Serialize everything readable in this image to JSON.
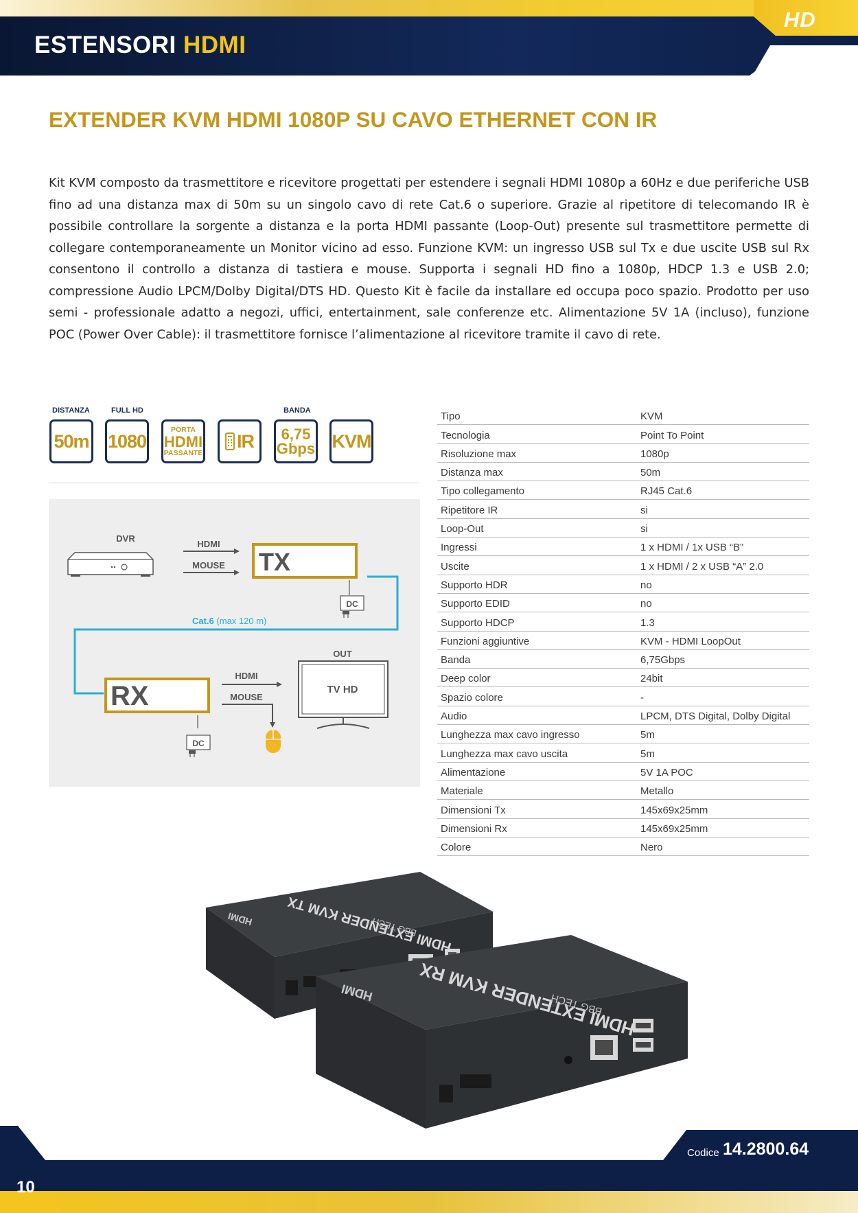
{
  "header": {
    "section_title_a": "ESTENSORI",
    "section_title_b": "HDMI",
    "badge": "HD"
  },
  "product": {
    "title": "EXTENDER KVM HDMI 1080P SU CAVO ETHERNET CON IR",
    "description": "Kit KVM composto da trasmettitore e ricevitore progettati per estendere i segnali HDMI 1080p a 60Hz e due periferiche USB fino ad una distanza max di 50m su un singolo cavo di rete Cat.6 o superiore. Grazie al ripetitore di telecomando IR è possibile controllare la sorgente a distanza e la porta HDMI passante (Loop-Out) presente sul trasmettitore permette di collegare contemporaneamente un Monitor vicino ad esso. Funzione KVM: un ingresso USB sul Tx e due uscite USB sul Rx consentono il controllo a distanza di tastiera e mouse. Supporta i segnali HD fino a 1080p, HDCP 1.3 e USB 2.0; compressione Audio LPCM/Dolby Digital/DTS HD. Questo Kit è facile da installare ed occupa poco spazio. Prodotto per uso semi - professionale adatto a negozi, uffici, entertainment, sale conferenze etc. Alimentazione 5V 1A (incluso), funzione POC (Power Over Cable): il trasmettitore fornisce l’alimentazione al ricevitore tramite il cavo di rete."
  },
  "features": {
    "distanza_caption": "DISTANZA",
    "distanza_value": "50m",
    "fullhd_caption": "FULL HD",
    "fullhd_value": "1080",
    "porta_line1": "PORTA",
    "porta_line2": "HDMI",
    "porta_line3": "PASSANTE",
    "ir_value": "IR",
    "ir_icon": "remote-control-icon",
    "banda_caption": "BANDA",
    "banda_line1": "6,75",
    "banda_line2": "Gbps",
    "kvm_value": "KVM"
  },
  "diagram": {
    "dvr": "DVR",
    "hdmi": "HDMI",
    "mouse": "MOUSE",
    "tx": "TX",
    "dc": "DC",
    "cat6_bold": "Cat.6",
    "cat6_rest": "(max 120 m)",
    "out": "OUT",
    "tv": "TV HD",
    "rx": "RX",
    "colors": {
      "gold": "#c3971c",
      "cyan": "#29aedb",
      "mouse": "#f2b524",
      "gray": "#555555"
    }
  },
  "specs": [
    {
      "label": "Tipo",
      "value": "KVM"
    },
    {
      "label": "Tecnologia",
      "value": "Point To Point"
    },
    {
      "label": "Risoluzione max",
      "value": "1080p"
    },
    {
      "label": "Distanza max",
      "value": "50m"
    },
    {
      "label": "Tipo collegamento",
      "value": "RJ45 Cat.6"
    },
    {
      "label": "Ripetitore IR",
      "value": "si"
    },
    {
      "label": "Loop-Out",
      "value": "si"
    },
    {
      "label": "Ingressi",
      "value": "1 x HDMI / 1x USB “B”"
    },
    {
      "label": "Uscite",
      "value": "1 x HDMI / 2 x USB “A” 2.0"
    },
    {
      "label": "Supporto HDR",
      "value": "no"
    },
    {
      "label": "Supporto EDID",
      "value": "no"
    },
    {
      "label": "Supporto HDCP",
      "value": "1.3"
    },
    {
      "label": "Funzioni aggiuntive",
      "value": "KVM - HDMI LoopOut"
    },
    {
      "label": "Banda",
      "value": "6,75Gbps"
    },
    {
      "label": "Deep color",
      "value": "24bit"
    },
    {
      "label": "Spazio colore",
      "value": "-"
    },
    {
      "label": "Audio",
      "value": "LPCM, DTS Digital, Dolby Digital"
    },
    {
      "label": "Lunghezza max cavo ingresso",
      "value": "5m"
    },
    {
      "label": "Lunghezza max cavo uscita",
      "value": "5m"
    },
    {
      "label": "Alimentazione",
      "value": "5V 1A POC"
    },
    {
      "label": "Materiale",
      "value": "Metallo"
    },
    {
      "label": "Dimensioni Tx",
      "value": "145x69x25mm"
    },
    {
      "label": "Dimensioni Rx",
      "value": "145x69x25mm"
    },
    {
      "label": "Colore",
      "value": "Nero"
    }
  ],
  "photo": {
    "brand": "BBG TECH",
    "tx_label": "HDMI EXTENDER KVM TX",
    "rx_label": "HDMI EXTENDER KVM RX",
    "hdmi_logo": "HDMI"
  },
  "footer": {
    "code_label": "Codice",
    "code_value": "14.2800.64",
    "page_number": "10"
  },
  "colors": {
    "navy": "#0d1f47",
    "gold": "#c3971c",
    "yellow": "#f2c317"
  }
}
